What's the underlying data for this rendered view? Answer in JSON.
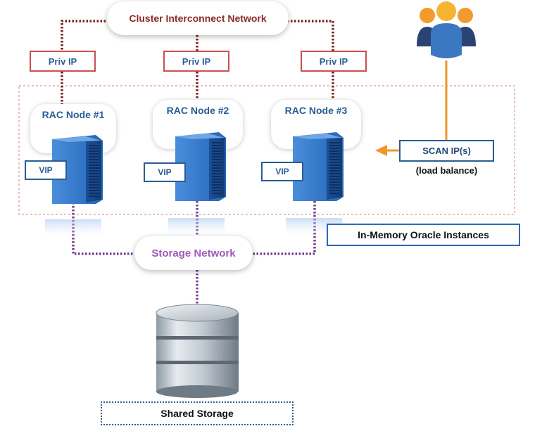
{
  "networks": {
    "interconnect": "Cluster Interconnect Network",
    "storage": "Storage Network"
  },
  "priv_ip": [
    "Priv IP",
    "Priv IP",
    "Priv IP"
  ],
  "nodes": [
    {
      "label": "RAC Node #1",
      "vip": "VIP"
    },
    {
      "label": "RAC Node #2",
      "vip": "VIP"
    },
    {
      "label": "RAC Node #3",
      "vip": "VIP"
    }
  ],
  "scan": {
    "label": "SCAN IP(s)",
    "note": "(load balance)"
  },
  "instances_label": "In-Memory Oracle Instances",
  "storage_label": "Shared Storage",
  "icons": {
    "users": "users-group-icon",
    "server": "server-icon",
    "database": "database-icon",
    "arrow": "arrow-left-icon"
  },
  "colors": {
    "interconnect_line": "#7d1f1f",
    "storage_line": "#7a3d8e",
    "node_blue": "#2f72c9",
    "priv_border": "#cc4f4f",
    "instances_frame": "#e4a8a8",
    "scan_line": "#f0962c",
    "users_orange": "#f29a2e",
    "users_blue": "#3a78c2",
    "users_navy": "#2b4374"
  }
}
